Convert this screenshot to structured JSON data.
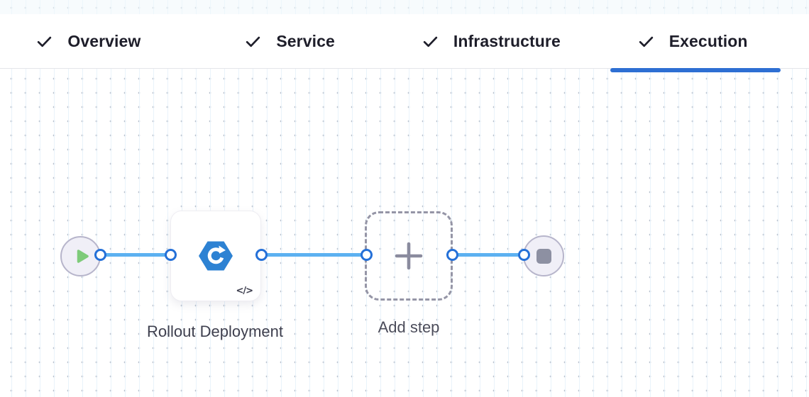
{
  "tabbar": {
    "tabs": [
      {
        "label": "Overview",
        "checked": true,
        "active": false
      },
      {
        "label": "Service",
        "checked": true,
        "active": false
      },
      {
        "label": "Infrastructure",
        "checked": true,
        "active": false
      },
      {
        "label": "Execution",
        "checked": true,
        "active": true
      }
    ]
  },
  "pipeline": {
    "start_node": {
      "icon": "play-icon"
    },
    "steps": [
      {
        "name": "Rollout Deployment",
        "icon": "k8s-rollout-icon",
        "badge_text": "</>"
      }
    ],
    "add_step": {
      "label": "Add step",
      "icon": "plus-icon"
    },
    "end_node": {
      "icon": "stop-icon"
    },
    "edges": 3,
    "ports": 6
  },
  "colors": {
    "accent_blue": "#2e6fd3",
    "edge_blue": "#5cb1f1",
    "port_blue": "#2470d8",
    "hexagon_blue": "#2d82d3",
    "play_green": "#7ecb7a",
    "node_fill": "#f0eff7",
    "node_border": "#b7b5cb",
    "stop_gray": "#8d90a2",
    "dashed_border": "#9595a6",
    "tab_text": "#1e1e2a",
    "grid_dot": "#b9c1cd",
    "grid_line": "#e9f3fb"
  }
}
